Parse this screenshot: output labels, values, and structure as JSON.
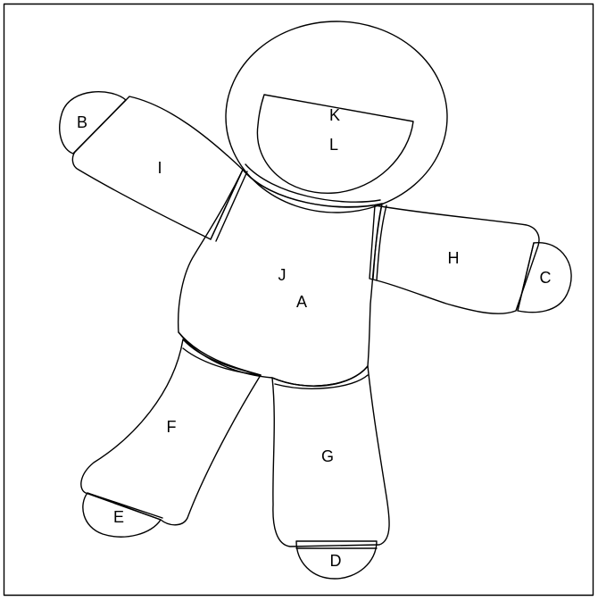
{
  "diagram": {
    "labels": {
      "A": "A",
      "B": "B",
      "C": "C",
      "D": "D",
      "E": "E",
      "F": "F",
      "G": "G",
      "H": "H",
      "I": "I",
      "J": "J",
      "K": "K",
      "L": "L"
    }
  }
}
